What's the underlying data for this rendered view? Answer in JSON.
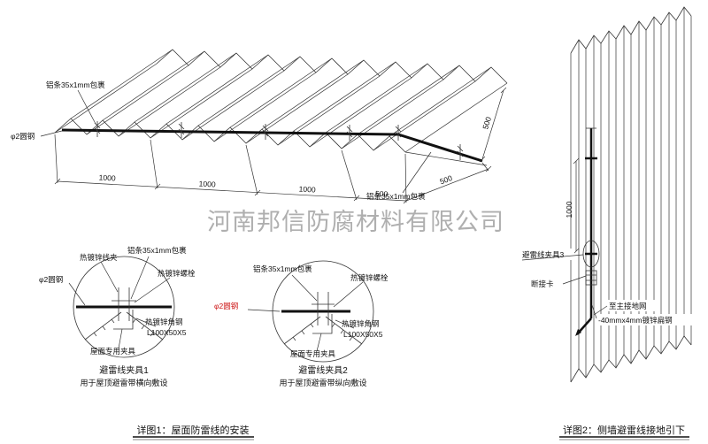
{
  "watermark": "河南邦信防腐材料有限公司",
  "main": {
    "al_strip": "铝条35x1mm包裹",
    "round_steel": "φ2圆钢",
    "dim_1000": "1000",
    "dim_500": "500"
  },
  "detail1": {
    "wire_clamp": "热镀锌线夹",
    "al_strip": "铝条35x1mm包裹",
    "bolt": "热镀锌螺栓",
    "round_steel": "φ2圆钢",
    "angle_steel": "热镀锌角钢",
    "angle_spec": "L100X50X5",
    "roof_clamp": "屋面专用夹具",
    "title": "避雷线夹具1",
    "subtitle": "用于屋顶避雷带横向敷设"
  },
  "detail2": {
    "al_strip": "铝条35x1mm包裹",
    "bolt": "热镀锌螺栓",
    "round_steel": "φ2圆钢",
    "angle_steel": "热镀锌角钢",
    "angle_spec": "L100X50X5",
    "roof_clamp": "屋面专用夹具",
    "title": "避雷线夹具2",
    "subtitle": "用于屋顶避雷带纵向敷设"
  },
  "wall": {
    "clamp3": "避雷线夹具3",
    "disconnect": "断接卡",
    "to_ground": "至主接地网",
    "flat_steel": "-40mmx4mm镀锌扁钢",
    "dim_1000": "1000"
  },
  "captions": {
    "fig1": "详图1：屋面防雷线的安装",
    "fig2": "详图2：侧墙避雷线接地引下"
  }
}
